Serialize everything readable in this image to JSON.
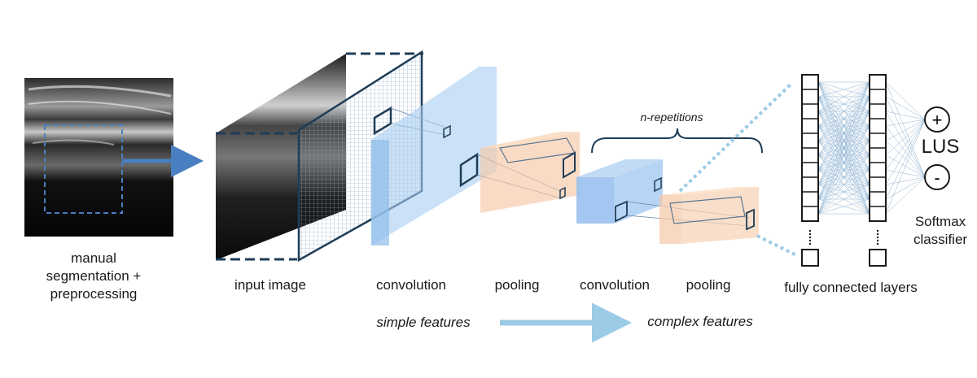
{
  "labels": {
    "manual": "manual segmentation + preprocessing",
    "input_image": "input image",
    "convolution_1": "convolution",
    "pooling_1": "pooling",
    "convolution_2": "convolution",
    "pooling_2": "pooling",
    "n_repetitions": "n-repetitions",
    "simple_features": "simple features",
    "complex_features": "complex features",
    "fully_connected": "fully connected layers",
    "lus": "LUS",
    "plus": "+",
    "minus": "-",
    "softmax": "Softmax classifier"
  },
  "colors": {
    "accent_blue": "#4a7fc1",
    "conv_blue": "#a9cdf2",
    "pool_orange": "#f6c7a6",
    "feature_arrow": "#9ccbe6",
    "dark_blue": "#1f3d57"
  },
  "fc_layers": {
    "visible_units_per_column": 10,
    "columns": 2
  }
}
